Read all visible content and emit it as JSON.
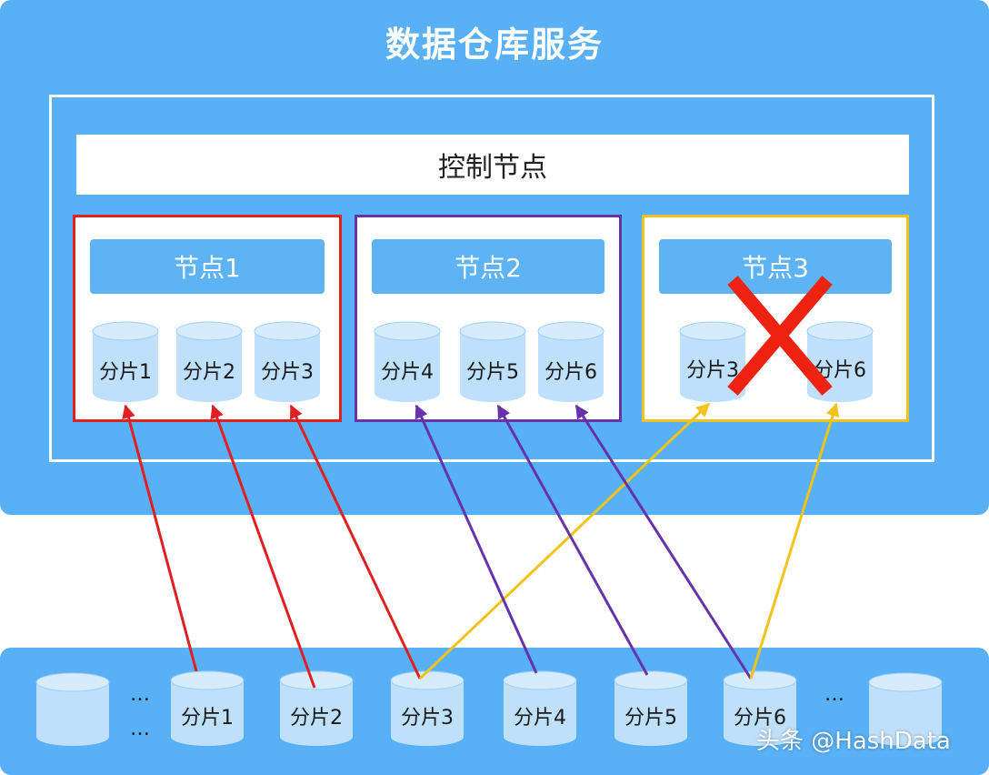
{
  "title": "数据仓库服务",
  "control_node": "控制节点",
  "nodes": [
    {
      "label": "节点1",
      "border_color": "#e02020",
      "shards": [
        "分片1",
        "分片2",
        "分片3"
      ],
      "failed": false
    },
    {
      "label": "节点2",
      "border_color": "#6633aa",
      "shards": [
        "分片4",
        "分片5",
        "分片6"
      ],
      "failed": false
    },
    {
      "label": "节点3",
      "border_color": "#f2c31c",
      "shards": [
        "分片3",
        "分片6"
      ],
      "failed": true
    }
  ],
  "storage": {
    "shards": [
      "分片1",
      "分片2",
      "分片3",
      "分片4",
      "分片5",
      "分片6"
    ],
    "ellipsis": "…"
  },
  "colors": {
    "background": "#58b0f6",
    "cylinder_top": "#d6ebfc",
    "cylinder_body": "#bfe0fb",
    "red": "#e02020",
    "purple": "#6633aa",
    "yellow": "#f2c31c",
    "fail_mark": "#ee2211"
  },
  "watermark": "头条 @HashData"
}
